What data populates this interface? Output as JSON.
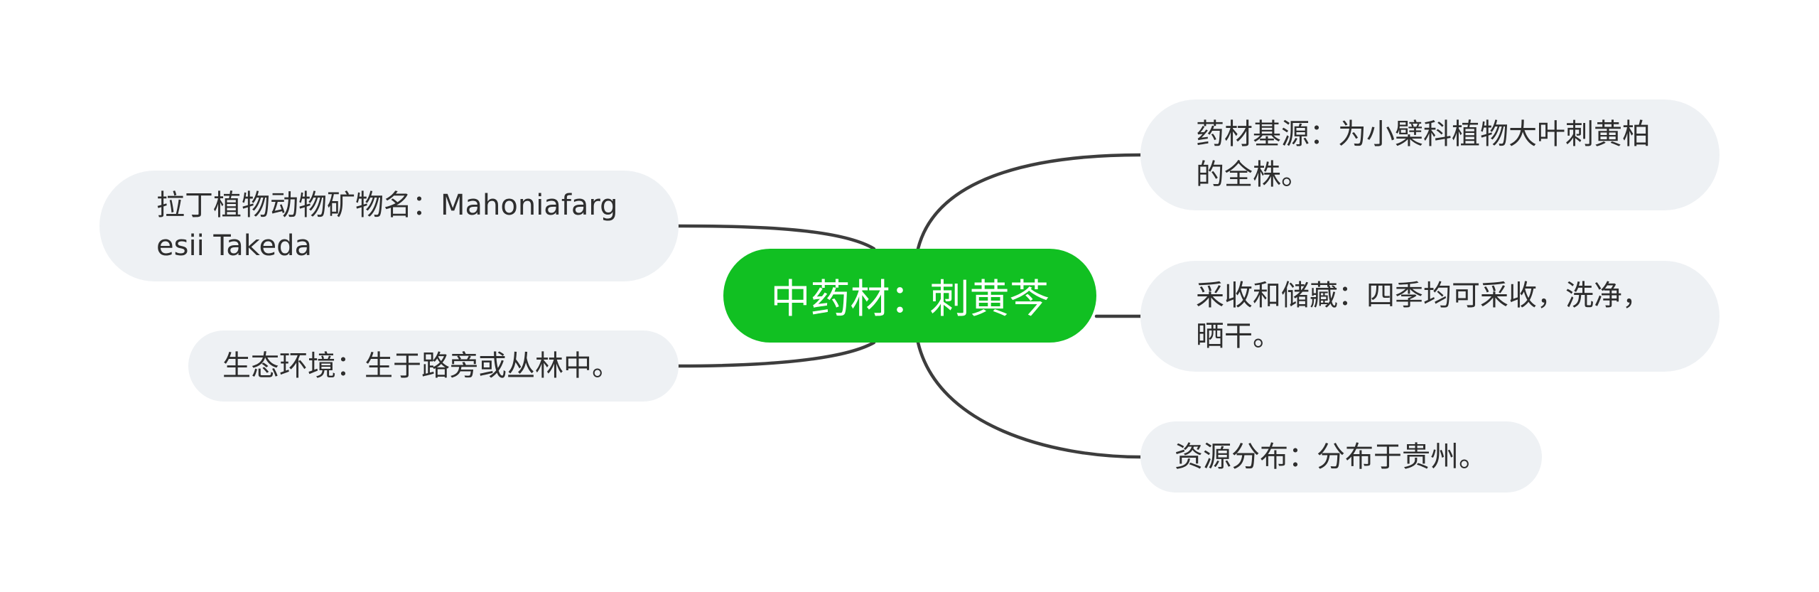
{
  "mindmap": {
    "root": "中药材：刺黄芩",
    "left_branches": [
      {
        "text": "拉丁植物动物矿物名：Mahoniafargesii Takeda"
      },
      {
        "text": "生态环境：生于路旁或丛林中。"
      }
    ],
    "right_branches": [
      {
        "text": "药材基源：为小檗科植物大叶刺黄柏的全株。"
      },
      {
        "text": "采收和储藏：四季均可采收，洗净，晒干。"
      },
      {
        "text": "资源分布：分布于贵州。"
      }
    ]
  },
  "colors": {
    "root_fill": "#11c022",
    "root_text": "#ffffff",
    "branch_fill": "#eef1f4",
    "branch_text": "#2e2e2e",
    "connector": "#3d3d3d"
  }
}
